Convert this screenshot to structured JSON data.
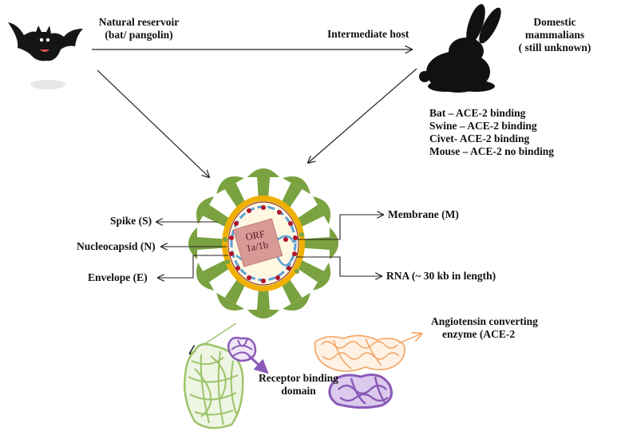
{
  "labels": {
    "reservoir": [
      "Natural reservoir",
      "(bat/ pangolin)"
    ],
    "intermediate": "Intermediate host",
    "domestic": [
      "Domestic",
      "mammalians",
      "( still unknown)"
    ],
    "binding": [
      "Bat – ACE-2 binding",
      "Swine – ACE-2 binding",
      "Civet- ACE-2 binding",
      "Mouse – ACE-2 no binding"
    ],
    "spike": "Spike (S)",
    "nucleocapsid": "Nucleocapsid (N)",
    "envelope": "Envelope (E)",
    "membrane": "Membrane (M)",
    "rna": "RNA (~ 30 kb in length)",
    "orf": [
      "ORF",
      "1a/1b"
    ],
    "receptor": [
      "Receptor binding",
      "domain"
    ],
    "ace2": [
      "Angiotensin converting",
      "enzyme (ACE-2"
    ]
  },
  "icons": {
    "bat": "bat-icon",
    "rabbit": "rabbit-icon",
    "virus": "coronavirus-icon"
  },
  "colors": {
    "spike_green": "#7aa240",
    "envelope_yellow": "#f0b000",
    "orf_box": "#d79a96",
    "rna_blue": "#5aa0d8",
    "dot_red": "#b0142a",
    "protein_green": "#9cc46a",
    "protein_purple": "#8a5ab8",
    "ace2_orange": "#f2a260"
  }
}
